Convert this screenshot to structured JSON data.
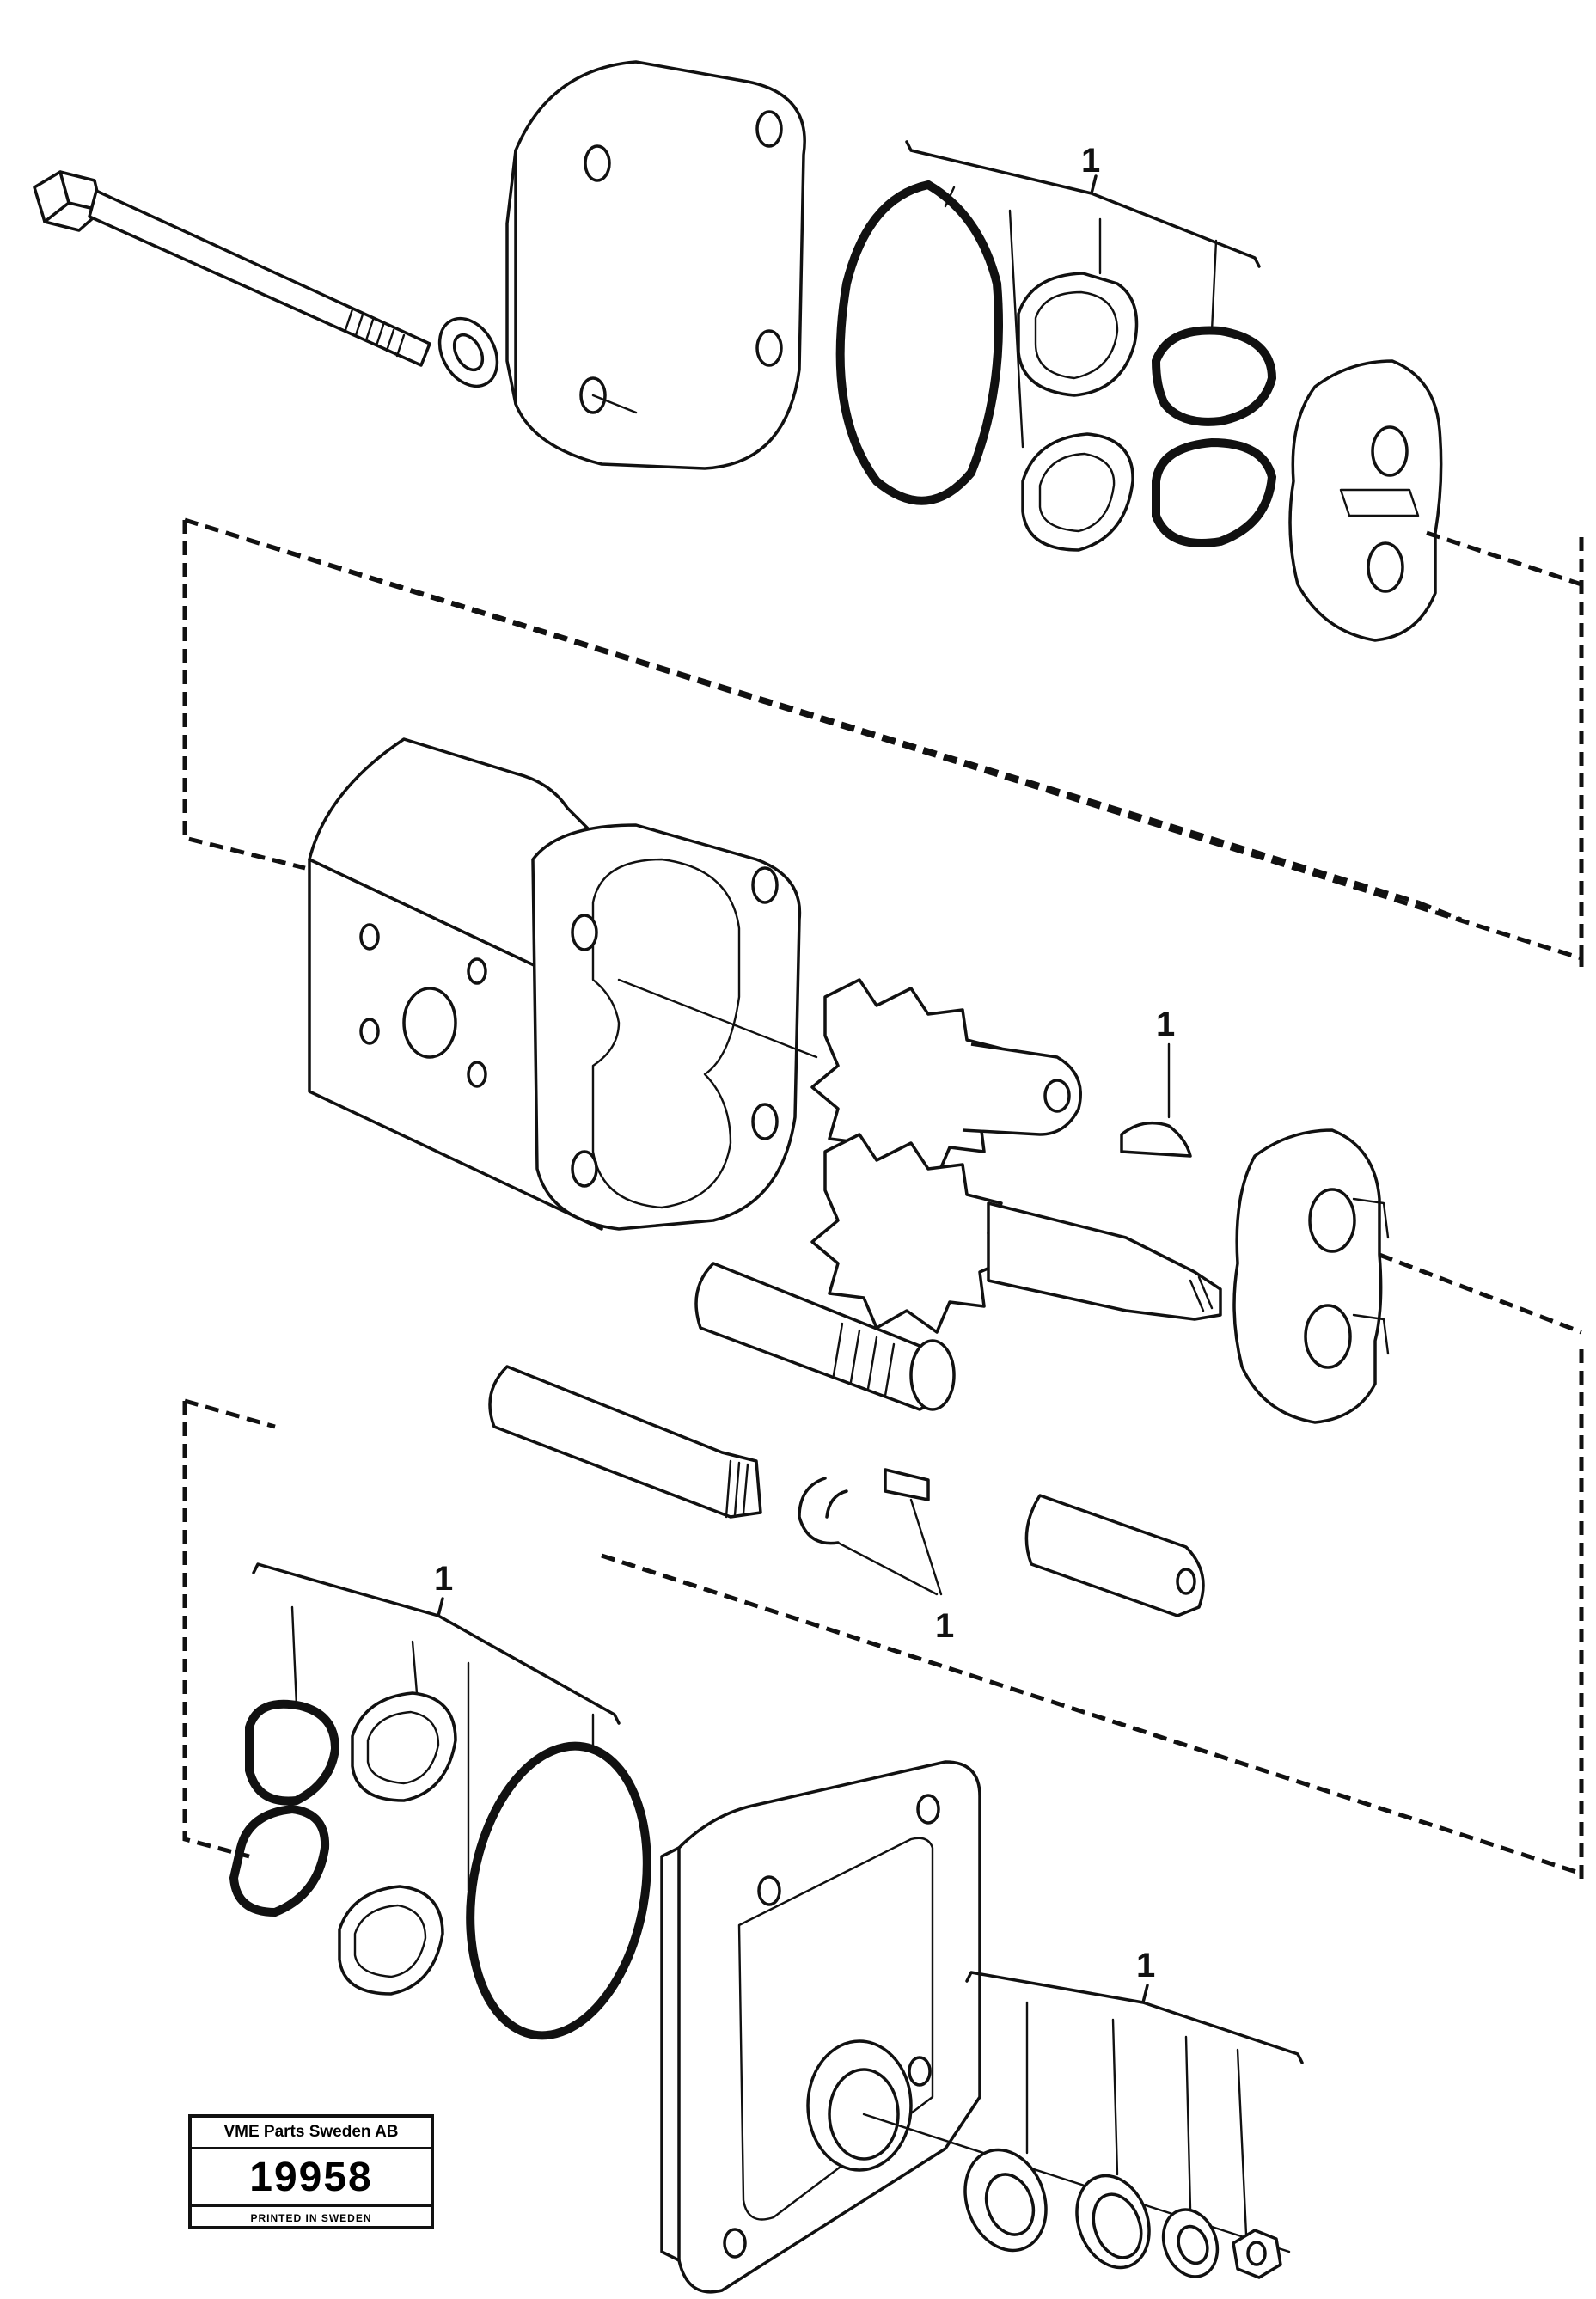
{
  "diagram": {
    "callouts": [
      "1",
      "1",
      "1",
      "1",
      "1"
    ]
  },
  "stamp": {
    "company": "VME Parts Sweden AB",
    "number": "19958",
    "printed": "PRINTED IN SWEDEN"
  }
}
